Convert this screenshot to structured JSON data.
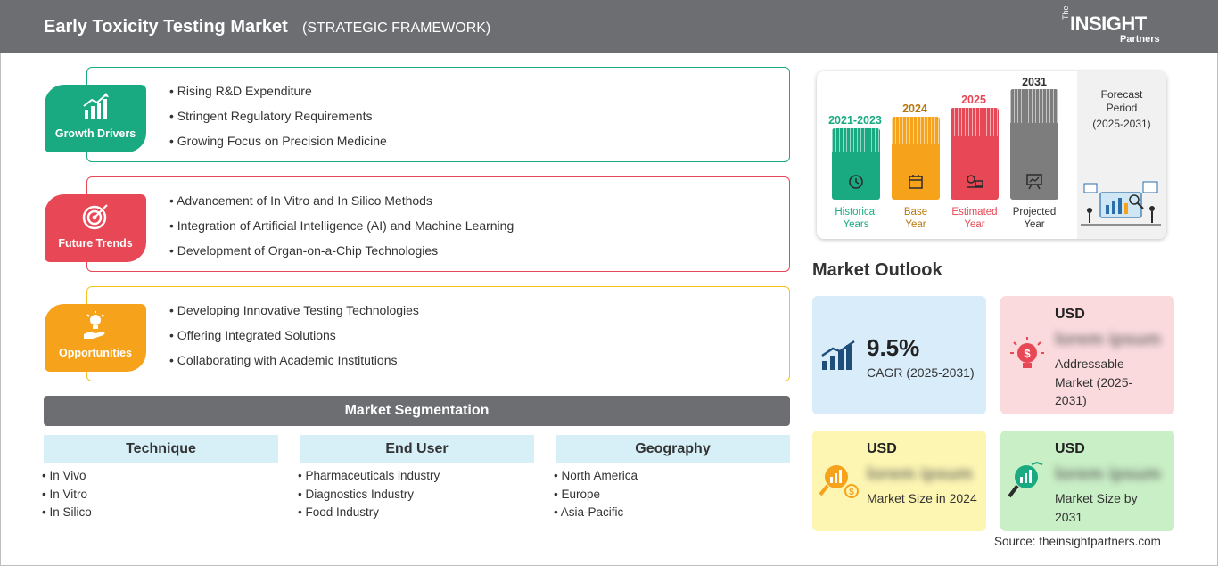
{
  "header": {
    "title": "Early Toxicity Testing Market",
    "subtitle": "(STRATEGIC FRAMEWORK)",
    "logo_the": "The",
    "logo_brand": "INSIGHT",
    "logo_partners": "Partners"
  },
  "framework": [
    {
      "label": "Growth Drivers",
      "icon": "growth-chart-icon",
      "color": "#1aaa82",
      "items": [
        "Rising R&D Expenditure",
        "Stringent Regulatory Requirements",
        "Growing Focus on Precision Medicine"
      ]
    },
    {
      "label": "Future Trends",
      "icon": "target-icon",
      "color": "#e84855",
      "items": [
        "Advancement of In Vitro and In Silico Methods",
        "Integration of Artificial Intelligence (AI) and Machine Learning",
        "Development of Organ-on-a-Chip Technologies"
      ]
    },
    {
      "label": "Opportunities",
      "icon": "idea-hand-icon",
      "color": "#f7a21b",
      "items": [
        "Developing Innovative Testing Technologies",
        "Offering Integrated Solutions",
        "Collaborating with Academic Institutions"
      ]
    }
  ],
  "segmentation": {
    "title": "Market Segmentation",
    "columns": [
      {
        "heading": "Technique",
        "items": [
          "In Vivo",
          "In Vitro",
          "In Silico"
        ]
      },
      {
        "heading": "End User",
        "items": [
          "Pharmaceuticals industry",
          "Diagnostics Industry",
          "Food Industry"
        ]
      },
      {
        "heading": "Geography",
        "items": [
          "North America",
          "Europe",
          "Asia-Pacific"
        ]
      }
    ]
  },
  "timeline": {
    "bars": [
      {
        "year": "2021-2023",
        "label": [
          "Historical",
          "Years"
        ],
        "color": "#1aaa82",
        "icon": "history-icon"
      },
      {
        "year": "2024",
        "label": [
          "Base",
          "Year"
        ],
        "color": "#f7a21b",
        "icon": "calendar-icon"
      },
      {
        "year": "2025",
        "label": [
          "Estimated",
          "Year"
        ],
        "color": "#e84855",
        "icon": "estimate-icon"
      },
      {
        "year": "2031",
        "label": [
          "Projected",
          "Year"
        ],
        "color": "#7d7d7d",
        "icon": "projection-board-icon"
      }
    ],
    "forecast_label": [
      "Forecast",
      "Period",
      "(2025-2031)"
    ]
  },
  "outlook": {
    "title": "Market Outlook",
    "cagr_value": "9.5%",
    "cagr_label": "CAGR (2025-2031)",
    "addressable": {
      "currency": "USD",
      "value": "lorem ipsum",
      "label": "Addressable Market (2025-2031)"
    },
    "size_2024": {
      "currency": "USD",
      "value": "lorem ipsum",
      "label": "Market Size in 2024"
    },
    "size_2031": {
      "currency": "USD",
      "value": "lorem ipsum",
      "label": "Market Size by 2031"
    }
  },
  "source": "Source: theinsightpartners.com"
}
